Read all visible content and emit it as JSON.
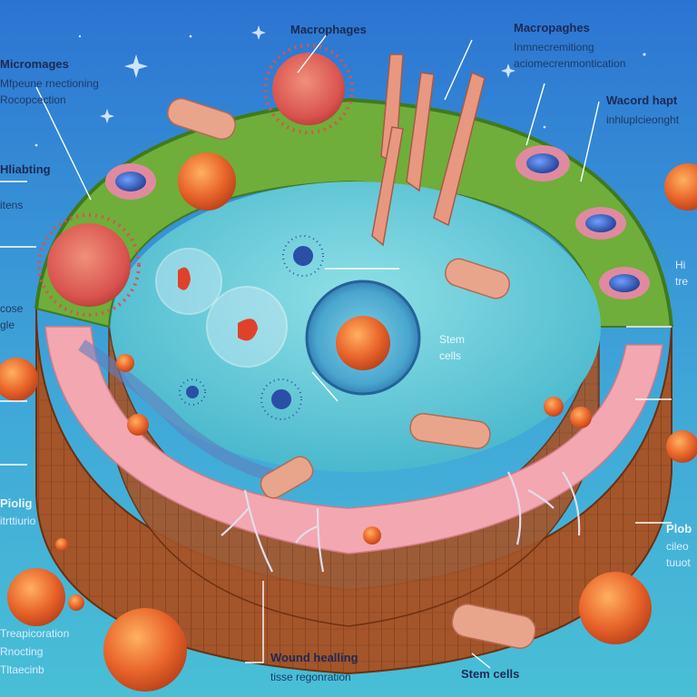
{
  "colors": {
    "background_top": "#2c74d2",
    "background_mid": "#3fa6d8",
    "background_bottom": "#49bfd6",
    "tissue_top_green": "#6fae3a",
    "tissue_wall_brown": "#a4552a",
    "tissue_inner_pink": "#f3a7b0",
    "fluid_cyan": "#5fc8d6",
    "cell_orange": "#e8642a",
    "macrophage_red": "#d9534f",
    "annotation_line": "#ffffff"
  },
  "labels": {
    "top_center_title": "Macrophages",
    "top_right_title": "Macropaghes",
    "top_right_sub1": "Inmnecremitiong",
    "top_right_sub2": "aciomecrenmontication",
    "right_title": "Wacord hapt",
    "right_sub": "inhluplcieonght",
    "right_fragment_1": "Hi",
    "right_fragment_2": "tre",
    "left_title": "Micromages",
    "left_sub1": "Mfpeune rnectioning",
    "left_sub2": "Rocopcection",
    "left_mid_title": "Hliabting",
    "left_mid_sub": "itens",
    "left_small_1": "cose",
    "left_small_2": "gle",
    "left_low_title": "Piolig",
    "left_low_sub": "itrttiurio",
    "bottom_left_1": "Treapicoration",
    "bottom_left_2": "Rnocting",
    "bottom_left_3": "Tltaecinb",
    "center_stem_1": "Stem",
    "center_stem_2": "cells",
    "bottom_center_title": "Wound healling",
    "bottom_center_sub": "tisse regonration",
    "bottom_right_stem": "Stem cells",
    "right_low_title": "Plob",
    "right_low_sub1": "cileo",
    "right_low_sub2": "tuuot"
  }
}
